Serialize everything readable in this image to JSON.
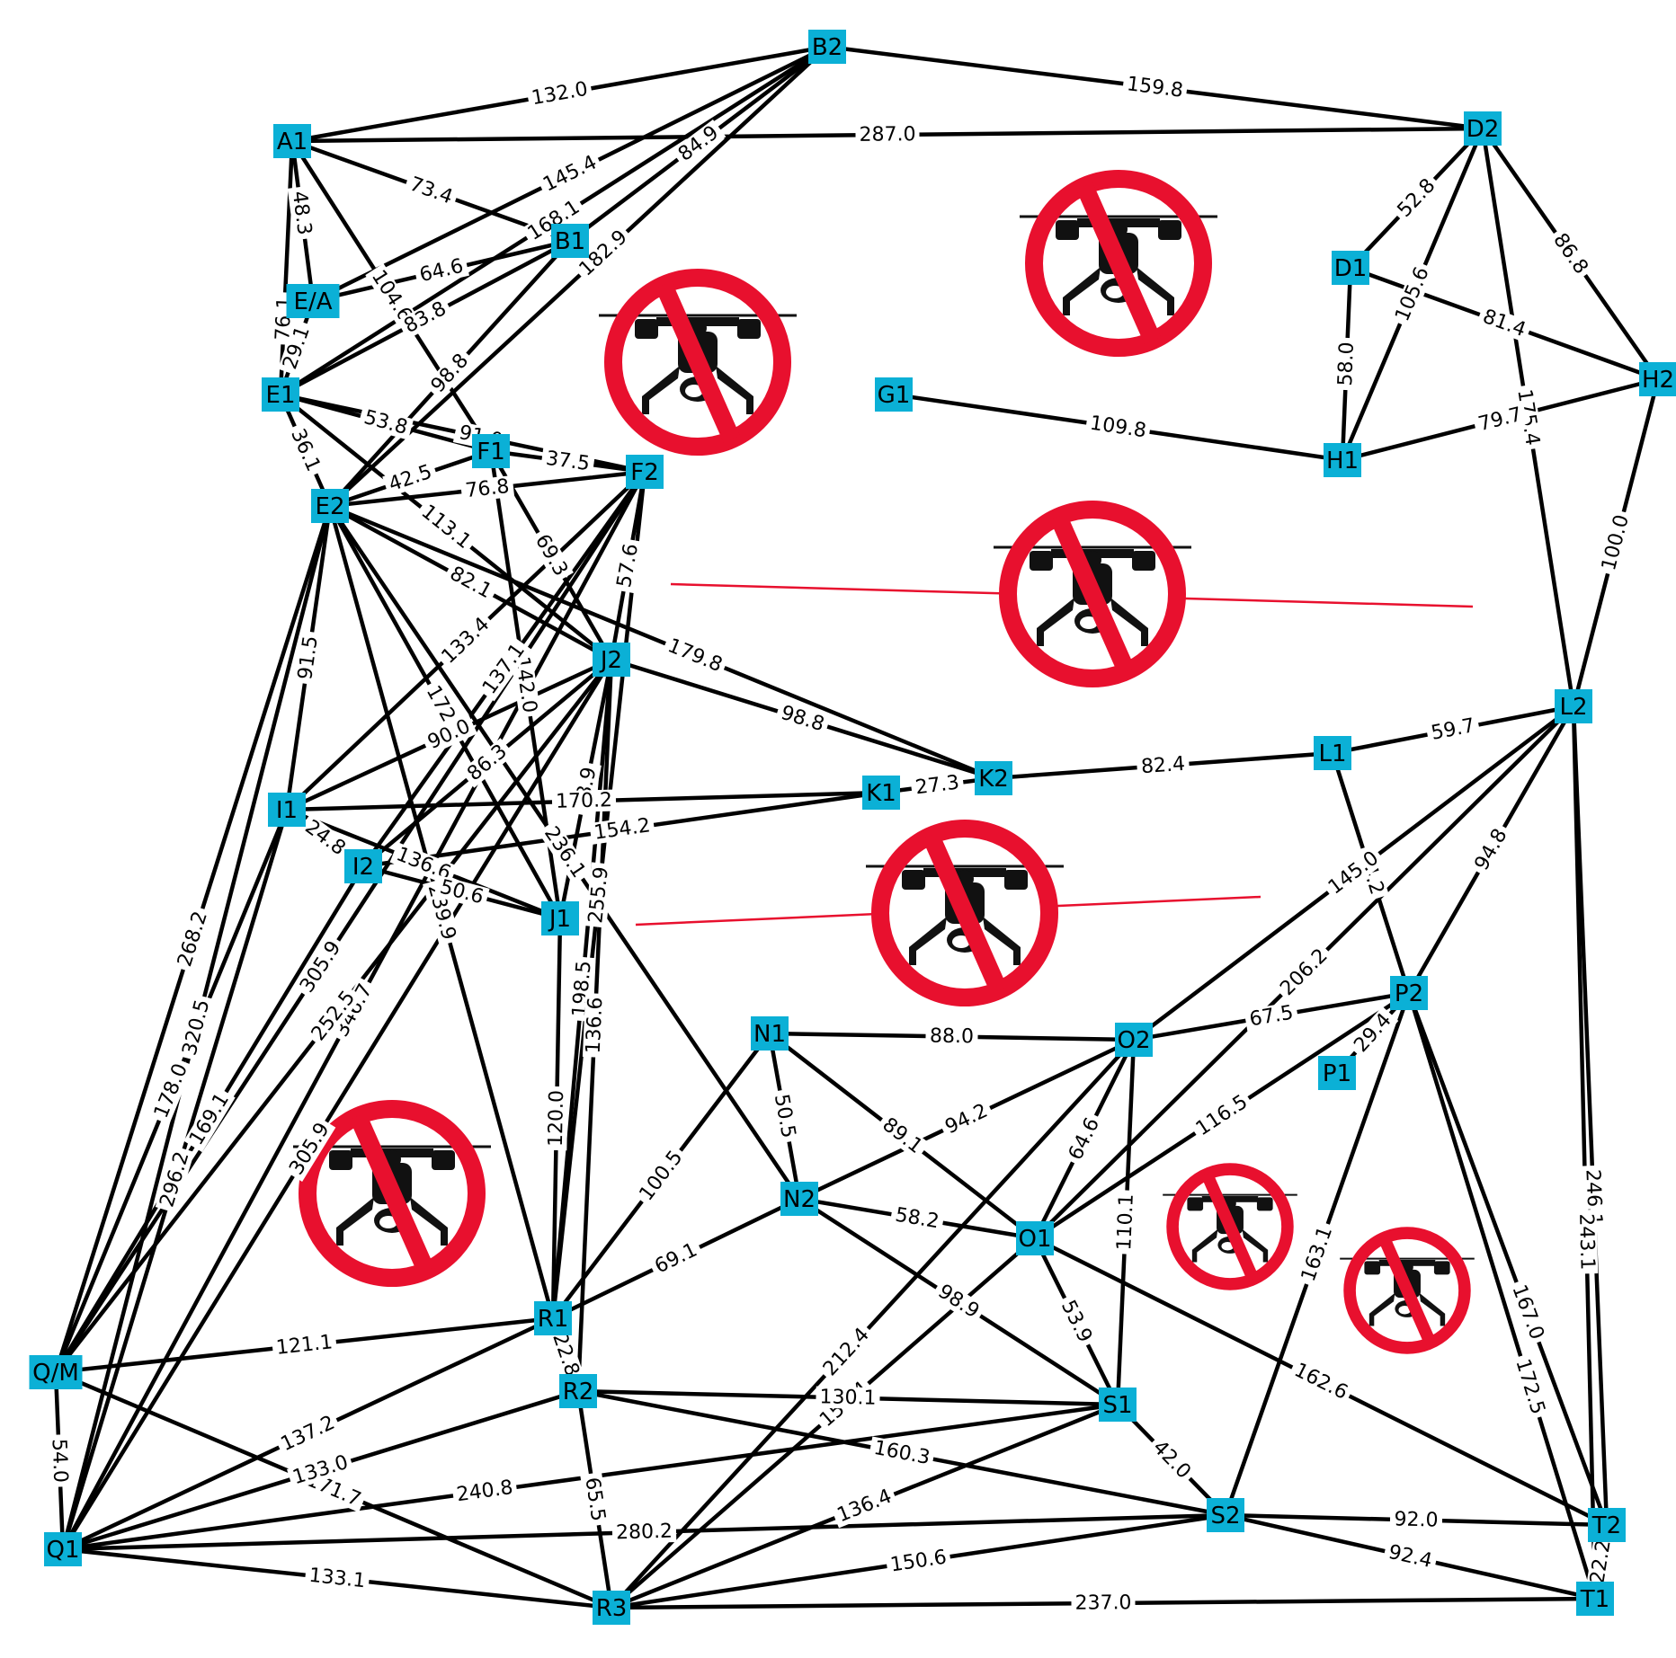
{
  "colors": {
    "node": "#0bb0d6",
    "edge": "#000000",
    "no_fly": "#e8102e",
    "drone": "#111111"
  },
  "icons": {
    "no_fly_zone": "no-drone-icon",
    "boundary": "no-fly-line"
  },
  "nodes": [
    {
      "id": "B2"
    },
    {
      "id": "D2"
    },
    {
      "id": "A1"
    },
    {
      "id": "B1"
    },
    {
      "id": "D1"
    },
    {
      "id": "E/A"
    },
    {
      "id": "E1"
    },
    {
      "id": "G1"
    },
    {
      "id": "H2"
    },
    {
      "id": "F1"
    },
    {
      "id": "F2"
    },
    {
      "id": "H1"
    },
    {
      "id": "E2"
    },
    {
      "id": "J2"
    },
    {
      "id": "L2"
    },
    {
      "id": "L1"
    },
    {
      "id": "K1"
    },
    {
      "id": "K2"
    },
    {
      "id": "I1"
    },
    {
      "id": "I2"
    },
    {
      "id": "J1"
    },
    {
      "id": "P2"
    },
    {
      "id": "N1"
    },
    {
      "id": "O2"
    },
    {
      "id": "P1"
    },
    {
      "id": "N2"
    },
    {
      "id": "O1"
    },
    {
      "id": "R1"
    },
    {
      "id": "Q/M"
    },
    {
      "id": "R2"
    },
    {
      "id": "S1"
    },
    {
      "id": "S2"
    },
    {
      "id": "T2"
    },
    {
      "id": "Q1"
    },
    {
      "id": "R3"
    },
    {
      "id": "T1"
    }
  ],
  "edges": [
    {
      "from": "A1",
      "to": "B2",
      "label": "132.0"
    },
    {
      "from": "B2",
      "to": "D2",
      "label": "159.8"
    },
    {
      "from": "A1",
      "to": "D2",
      "label": "287.0"
    },
    {
      "from": "E/A",
      "to": "B2",
      "label": "145.4"
    },
    {
      "from": "E1",
      "to": "B2",
      "label": "168.1"
    },
    {
      "from": "E2",
      "to": "B2",
      "label": "182.9"
    },
    {
      "from": "B1",
      "to": "B2",
      "label": "84.9"
    },
    {
      "from": "A1",
      "to": "B1",
      "label": "73.4"
    },
    {
      "from": "A1",
      "to": "E/A",
      "label": "48.3"
    },
    {
      "from": "A1",
      "to": "E1",
      "label": "76.1"
    },
    {
      "from": "A1",
      "to": "F1",
      "label": "104.6"
    },
    {
      "from": "E/A",
      "to": "B1",
      "label": "64.6"
    },
    {
      "from": "E/A",
      "to": "E1",
      "label": "29.1"
    },
    {
      "from": "E1",
      "to": "B1",
      "label": "83.8"
    },
    {
      "from": "E2",
      "to": "B1",
      "label": "98.8"
    },
    {
      "from": "E1",
      "to": "F2",
      "label": "91.0"
    },
    {
      "from": "E1",
      "to": "F1",
      "label": "53.8"
    },
    {
      "from": "E1",
      "to": "E2",
      "label": "36.1"
    },
    {
      "from": "E1",
      "to": "J2",
      "label": "113.1"
    },
    {
      "from": "E2",
      "to": "F1",
      "label": "42.5"
    },
    {
      "from": "F1",
      "to": "F2",
      "label": "37.5"
    },
    {
      "from": "E2",
      "to": "F2",
      "label": "76.8"
    },
    {
      "from": "F1",
      "to": "J2",
      "label": "69.3"
    },
    {
      "from": "F1",
      "to": "J1",
      "label": "142.0"
    },
    {
      "from": "F2",
      "to": "J2",
      "label": "57.6"
    },
    {
      "from": "F2",
      "to": "I1",
      "label": "133.4"
    },
    {
      "from": "F2",
      "to": "I2",
      "label": "137.1"
    },
    {
      "from": "F2",
      "to": "R1",
      "label": "255.9"
    },
    {
      "from": "F2",
      "to": "Q/M",
      "label": "305.9"
    },
    {
      "from": "F2",
      "to": "Q1",
      "label": "346.7"
    },
    {
      "from": "E2",
      "to": "J2",
      "label": "82.1"
    },
    {
      "from": "E2",
      "to": "K2",
      "label": "179.8"
    },
    {
      "from": "E2",
      "to": "I1",
      "label": "91.5"
    },
    {
      "from": "E2",
      "to": "J1",
      "label": "172.0"
    },
    {
      "from": "E2",
      "to": "R1",
      "label": "239.9"
    },
    {
      "from": "E2",
      "to": "Q/M",
      "label": "268.2"
    },
    {
      "from": "E2",
      "to": "Q1",
      "label": "320.5"
    },
    {
      "from": "E2",
      "to": "N2",
      "label": "236.1"
    },
    {
      "from": "I1",
      "to": "J1",
      "label": "136.6"
    },
    {
      "from": "D2",
      "to": "D1",
      "label": "52.8"
    },
    {
      "from": "D2",
      "to": "H1",
      "label": "105.6"
    },
    {
      "from": "D2",
      "to": "H2",
      "label": "86.8"
    },
    {
      "from": "D2",
      "to": "L2",
      "label": "175.4"
    },
    {
      "from": "D1",
      "to": "H2",
      "label": "81.4"
    },
    {
      "from": "D1",
      "to": "H1",
      "label": "58.0"
    },
    {
      "from": "G1",
      "to": "H1",
      "label": "109.8"
    },
    {
      "from": "H1",
      "to": "H2",
      "label": "79.7"
    },
    {
      "from": "H2",
      "to": "L2",
      "label": "100.0"
    },
    {
      "from": "J2",
      "to": "K2",
      "label": "98.8"
    },
    {
      "from": "J2",
      "to": "I1",
      "label": "90.0"
    },
    {
      "from": "J2",
      "to": "I2",
      "label": "86.3"
    },
    {
      "from": "J2",
      "to": "J1",
      "label": "78.9"
    },
    {
      "from": "J2",
      "to": "R1",
      "label": "198.5"
    },
    {
      "from": "J2",
      "to": "Q/M",
      "label": "252.5"
    },
    {
      "from": "J2",
      "to": "Q1",
      "label": "305.9"
    },
    {
      "from": "J2",
      "to": "R2",
      "label": "136.6"
    },
    {
      "from": "I1",
      "to": "K1",
      "label": "170.2"
    },
    {
      "from": "I2",
      "to": "K1",
      "label": "154.2"
    },
    {
      "from": "K1",
      "to": "K2",
      "label": "27.3"
    },
    {
      "from": "K2",
      "to": "L1",
      "label": "82.4"
    },
    {
      "from": "L1",
      "to": "L2",
      "label": "59.7"
    },
    {
      "from": "L1",
      "to": "P2",
      "label": "74.2"
    },
    {
      "from": "L2",
      "to": "O2",
      "label": "145.0"
    },
    {
      "from": "L2",
      "to": "O1",
      "label": "206.2"
    },
    {
      "from": "L2",
      "to": "P2",
      "label": "94.8"
    },
    {
      "from": "L2",
      "to": "T2",
      "label": "246.1"
    },
    {
      "from": "L2",
      "to": "T1",
      "label": "243.1"
    },
    {
      "from": "I1",
      "to": "I2",
      "label": "24.8"
    },
    {
      "from": "I1",
      "to": "Q/M",
      "label": "178.0"
    },
    {
      "from": "I1",
      "to": "Q1",
      "label": "296.2"
    },
    {
      "from": "I2",
      "to": "J1",
      "label": "50.6"
    },
    {
      "from": "I2",
      "to": "Q/M",
      "label": "169.1"
    },
    {
      "from": "J1",
      "to": "R1",
      "label": "120.0"
    },
    {
      "from": "N1",
      "to": "O2",
      "label": "88.0"
    },
    {
      "from": "N1",
      "to": "N2",
      "label": "50.5"
    },
    {
      "from": "N1",
      "to": "O1",
      "label": "89.1"
    },
    {
      "from": "N1",
      "to": "R1",
      "label": "100.5"
    },
    {
      "from": "O2",
      "to": "P2",
      "label": "67.5"
    },
    {
      "from": "O2",
      "to": "N2",
      "label": "94.2"
    },
    {
      "from": "O2",
      "to": "O1",
      "label": "64.6"
    },
    {
      "from": "O2",
      "to": "S1",
      "label": "110.1"
    },
    {
      "from": "O2",
      "to": "R3",
      "label": "212.4"
    },
    {
      "from": "P2",
      "to": "P1",
      "label": "29.4"
    },
    {
      "from": "P2",
      "to": "O1",
      "label": "116.5"
    },
    {
      "from": "P2",
      "to": "S2",
      "label": "163.1"
    },
    {
      "from": "P2",
      "to": "T2",
      "label": "167.0"
    },
    {
      "from": "P2",
      "to": "T1",
      "label": "172.5"
    },
    {
      "from": "N2",
      "to": "O1",
      "label": "58.2"
    },
    {
      "from": "N2",
      "to": "R1",
      "label": "69.1"
    },
    {
      "from": "N2",
      "to": "S1",
      "label": "98.9"
    },
    {
      "from": "O1",
      "to": "S1",
      "label": "53.9"
    },
    {
      "from": "O1",
      "to": "T2",
      "label": "162.6"
    },
    {
      "from": "O1",
      "to": "R3",
      "label": "150.4"
    },
    {
      "from": "R1",
      "to": "Q/M",
      "label": "121.1"
    },
    {
      "from": "R1",
      "to": "R2",
      "label": "22.8"
    },
    {
      "from": "R1",
      "to": "Q1",
      "label": "137.2"
    },
    {
      "from": "Q/M",
      "to": "Q1",
      "label": "54.0"
    },
    {
      "from": "Q/M",
      "to": "R3",
      "label": "171.7"
    },
    {
      "from": "R2",
      "to": "S1",
      "label": "130.1"
    },
    {
      "from": "R2",
      "to": "S2",
      "label": "160.3"
    },
    {
      "from": "R2",
      "to": "Q1",
      "label": "133.0"
    },
    {
      "from": "R2",
      "to": "R3",
      "label": "65.5"
    },
    {
      "from": "S1",
      "to": "S2",
      "label": "42.0"
    },
    {
      "from": "S1",
      "to": "Q1",
      "label": "240.8"
    },
    {
      "from": "S1",
      "to": "R3",
      "label": "136.4"
    },
    {
      "from": "S2",
      "to": "T2",
      "label": "92.0"
    },
    {
      "from": "S2",
      "to": "T1",
      "label": "92.4"
    },
    {
      "from": "S2",
      "to": "Q1",
      "label": "280.2"
    },
    {
      "from": "S2",
      "to": "R3",
      "label": "150.6"
    },
    {
      "from": "Q1",
      "to": "R3",
      "label": "133.1"
    },
    {
      "from": "R3",
      "to": "T1",
      "label": "237.0"
    },
    {
      "from": "T1",
      "to": "T2",
      "label": "22.2"
    }
  ]
}
